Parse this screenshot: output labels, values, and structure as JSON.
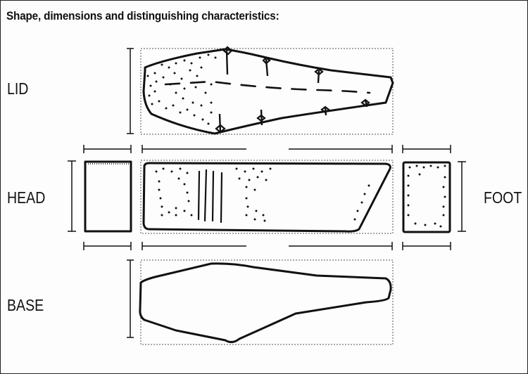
{
  "heading": "Shape, dimensions and distinguishing characteristics:",
  "views": {
    "lid": "LID",
    "head": "HEAD",
    "foot": "FOOT",
    "base": "BASE"
  },
  "colors": {
    "ink": "#111111",
    "guide": "#555555",
    "paper": "#fdfdfd"
  }
}
